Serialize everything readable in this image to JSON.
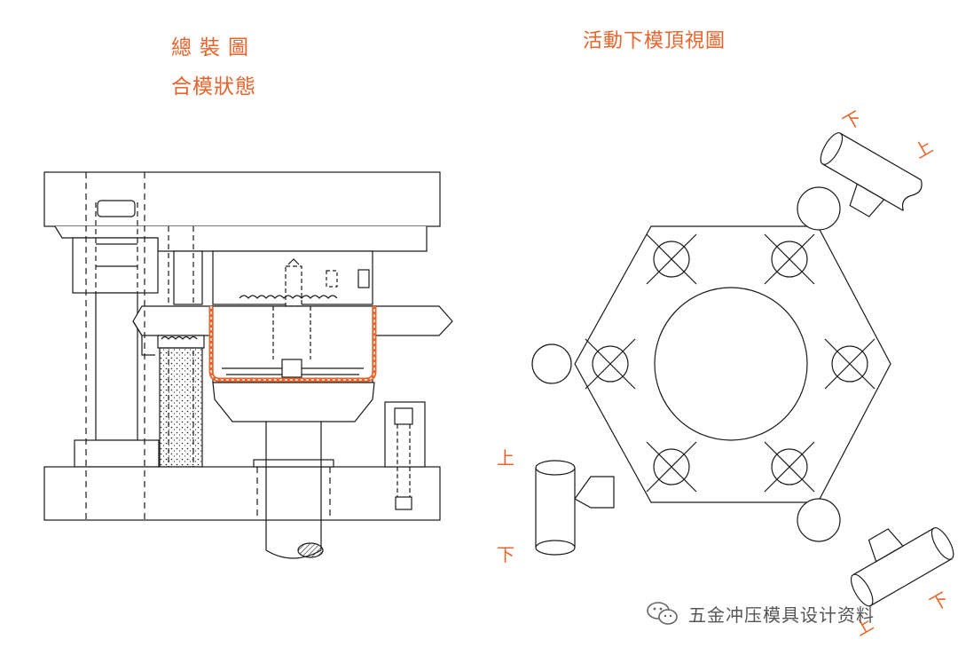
{
  "left": {
    "title_line1": "總裝圖",
    "title_line2": "合模狀態"
  },
  "right": {
    "title": "活動下模頂視圖",
    "marks": {
      "top_right_down": "下",
      "top_right_up": "上",
      "left_up": "上",
      "left_down": "下",
      "bottom_right_up": "上",
      "bottom_right_down": "下"
    }
  },
  "watermark": {
    "text": "五金冲压模具设计资料",
    "icon": "wechat-icon"
  },
  "colors": {
    "label": "#e8642c",
    "product": "#e8642c",
    "line": "#1a1a1a"
  }
}
